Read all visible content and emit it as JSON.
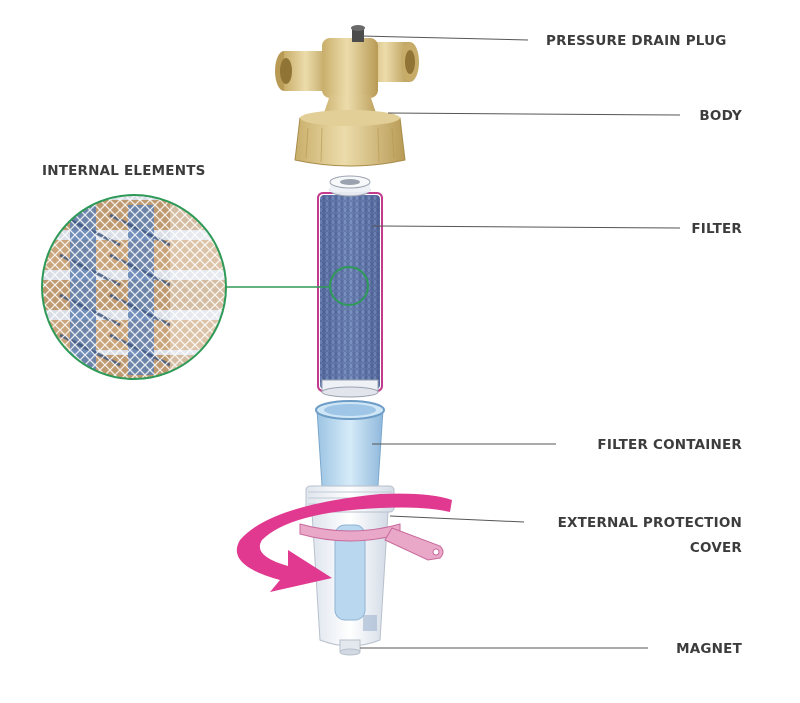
{
  "labels": {
    "pressure_drain_plug": "PRESSURE DRAIN PLUG",
    "body": "BODY",
    "internal_elements": "INTERNAL ELEMENTS",
    "filter": "FILTER",
    "filter_container": "FILTER CONTAINER",
    "external_protection_cover_line1": "EXTERNAL PROTECTION",
    "external_protection_cover_line2": "COVER",
    "magnet": "MAGNET"
  },
  "colors": {
    "body_brass": "#d9c48a",
    "filter_mesh": "#6f86b8",
    "filter_outline": "#c23b8c",
    "container": "#b9d8ef",
    "arrow": "#e0398f",
    "highlight_circle": "#2e9a57"
  }
}
